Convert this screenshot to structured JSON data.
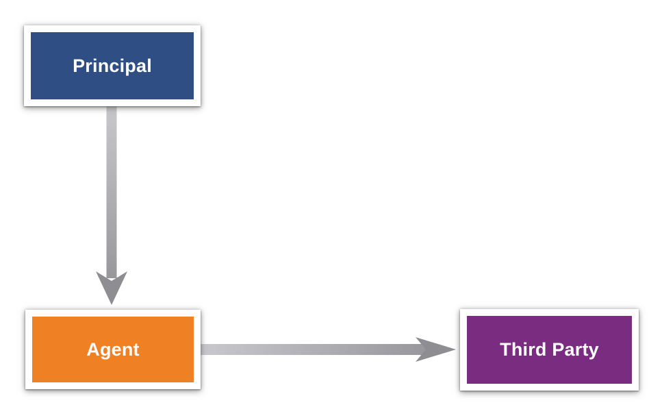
{
  "nodes": [
    {
      "id": "principal",
      "label": "Principal",
      "fill": "#2E4E84",
      "text_color": "#ffffff"
    },
    {
      "id": "agent",
      "label": "Agent",
      "fill": "#EF8124",
      "text_color": "#ffffff"
    },
    {
      "id": "third-party",
      "label": "Third Party",
      "fill": "#7A2C81",
      "text_color": "#ffffff"
    }
  ],
  "edges": [
    {
      "from": "Principal",
      "to": "Agent",
      "direction": "down"
    },
    {
      "from": "Agent",
      "to": "Third Party",
      "direction": "right"
    }
  ],
  "frame_color": "#ffffff",
  "background": "#ffffff",
  "arrow": {
    "shaft_light": "#C9C9CD",
    "shaft_dark": "#97979C",
    "head": "#8D8D92"
  }
}
